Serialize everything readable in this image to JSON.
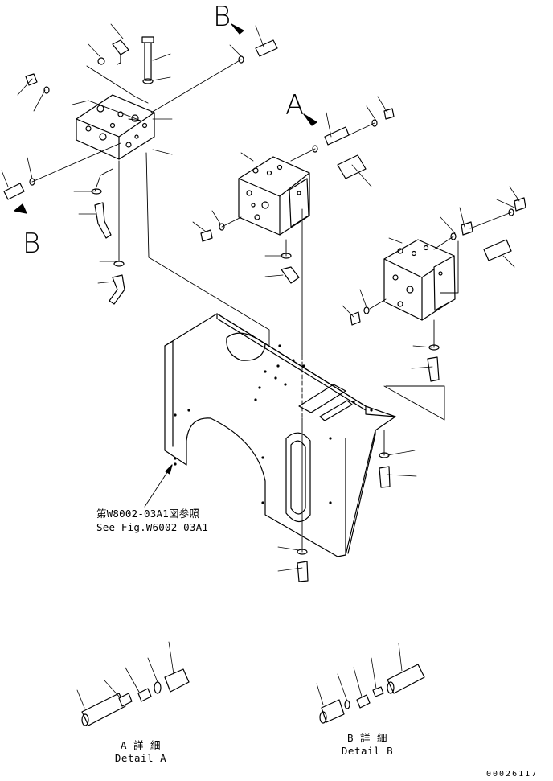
{
  "callouts": {
    "letter_b_top": "B",
    "letter_a": "A",
    "letter_b_left": "B"
  },
  "reference": {
    "line1": "第W8002-03A1図参照",
    "line2": "See Fig.W6002-03A1"
  },
  "detail_a": {
    "jp": "A 詳 細",
    "en": "Detail A"
  },
  "detail_b": {
    "jp": "B 詳 細",
    "en": "Detail B"
  },
  "figure_number": "00026117"
}
